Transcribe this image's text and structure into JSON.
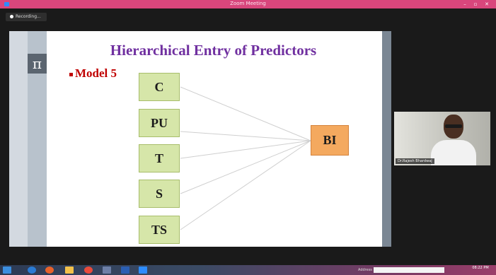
{
  "window": {
    "title": "Zoom Meeting",
    "accent": "#d9467c"
  },
  "recording": {
    "label": "Recording..."
  },
  "slide": {
    "title": "Hierarchical Entry of Predictors",
    "pi_symbol": "π",
    "bullet": "Model 5",
    "predictors": [
      "C",
      "PU",
      "T",
      "S",
      "TS"
    ],
    "target": "BI",
    "colors": {
      "title": "#7030a0",
      "bullet": "#c00000",
      "predictor_fill": "#d6e6a9",
      "target_fill": "#f4a95f"
    }
  },
  "participant": {
    "name": "Dr.Rajesh Bhardwaj"
  },
  "taskbar": {
    "address_label": "Address",
    "clock_time": "08:22 PM",
    "icons": [
      "windows-start-icon",
      "edge-browser-icon",
      "firefox-icon",
      "file-explorer-icon",
      "chrome-icon",
      "app-icon",
      "word-icon",
      "zoom-icon"
    ]
  }
}
